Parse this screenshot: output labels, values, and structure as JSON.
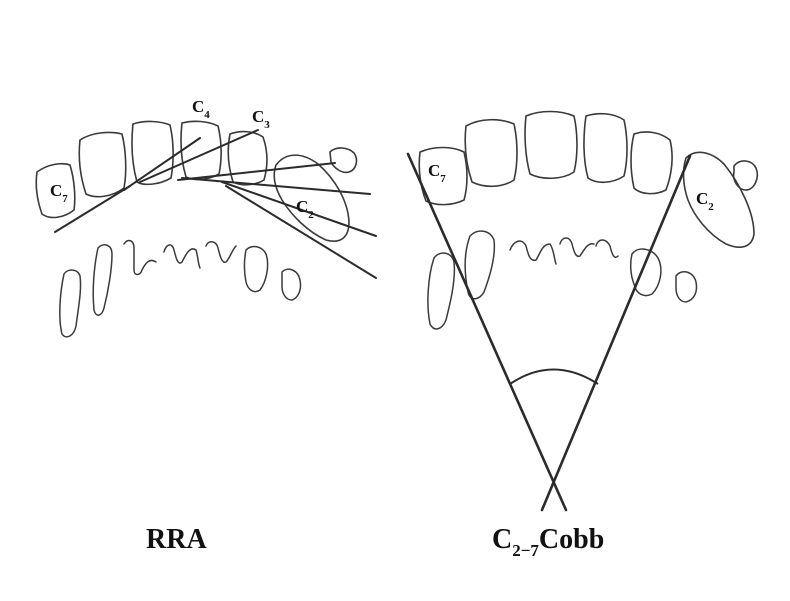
{
  "panels": [
    {
      "caption": "RRA",
      "labels": [
        {
          "main": "C",
          "sub": "4"
        },
        {
          "main": "C",
          "sub": "3"
        },
        {
          "main": "C",
          "sub": "7"
        },
        {
          "main": "C",
          "sub": "2"
        }
      ]
    },
    {
      "caption": {
        "main": "C",
        "sub": "2−7",
        "rest": "Cobb"
      },
      "labels": [
        {
          "main": "C",
          "sub": "7"
        },
        {
          "main": "C",
          "sub": "2"
        }
      ]
    }
  ]
}
